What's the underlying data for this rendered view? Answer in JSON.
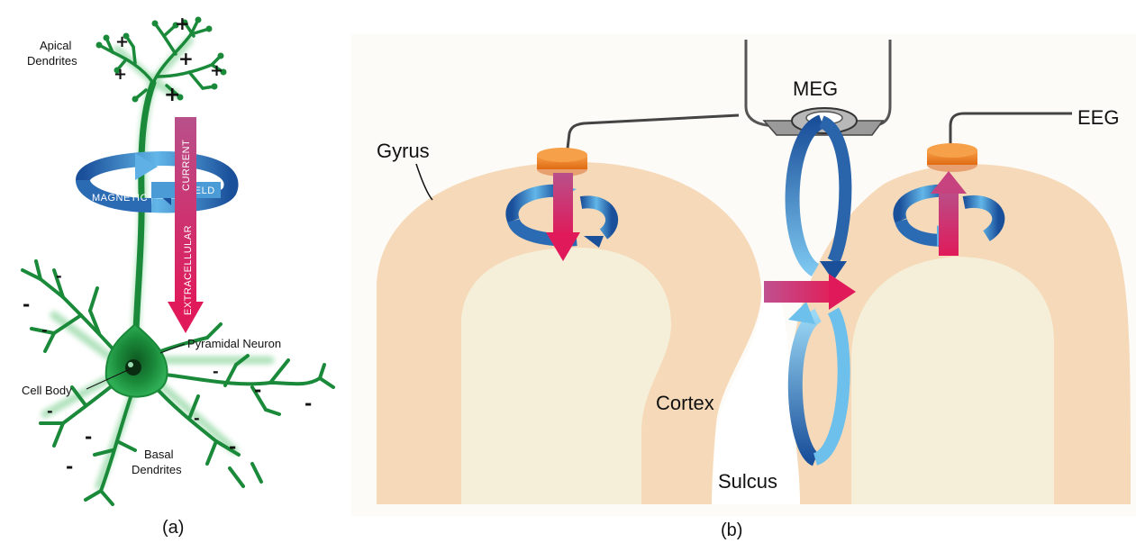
{
  "panel_a": {
    "apical_label_1": "Apical",
    "apical_label_2": "Dendrites",
    "pyramidal_label": "Pyramidal Neuron",
    "cell_body_label": "Cell Body",
    "basal_label_1": "Basal",
    "basal_label_2": "Dendrites",
    "current_label": "CURRENT",
    "extracellular_label": "EXTRACELLULAR",
    "magnetic_label": "MAGNETIC",
    "field_label": "FIELD",
    "caption": "(a)",
    "plus_sign": "+",
    "minus_sign": "-"
  },
  "panel_b": {
    "gyrus_label": "Gyrus",
    "meg_label": "MEG",
    "eeg_label": "EEG",
    "cortex_label": "Cortex",
    "sulcus_label": "Sulcus",
    "caption": "(b)"
  },
  "colors": {
    "neuron": "#1a8a3a",
    "current_arrow": "#d0306a",
    "field_arrow": "#3a8ccc",
    "cortex": "#f5d9b8",
    "white_matter": "#f5efd9",
    "electrode": "#f08a2a"
  }
}
